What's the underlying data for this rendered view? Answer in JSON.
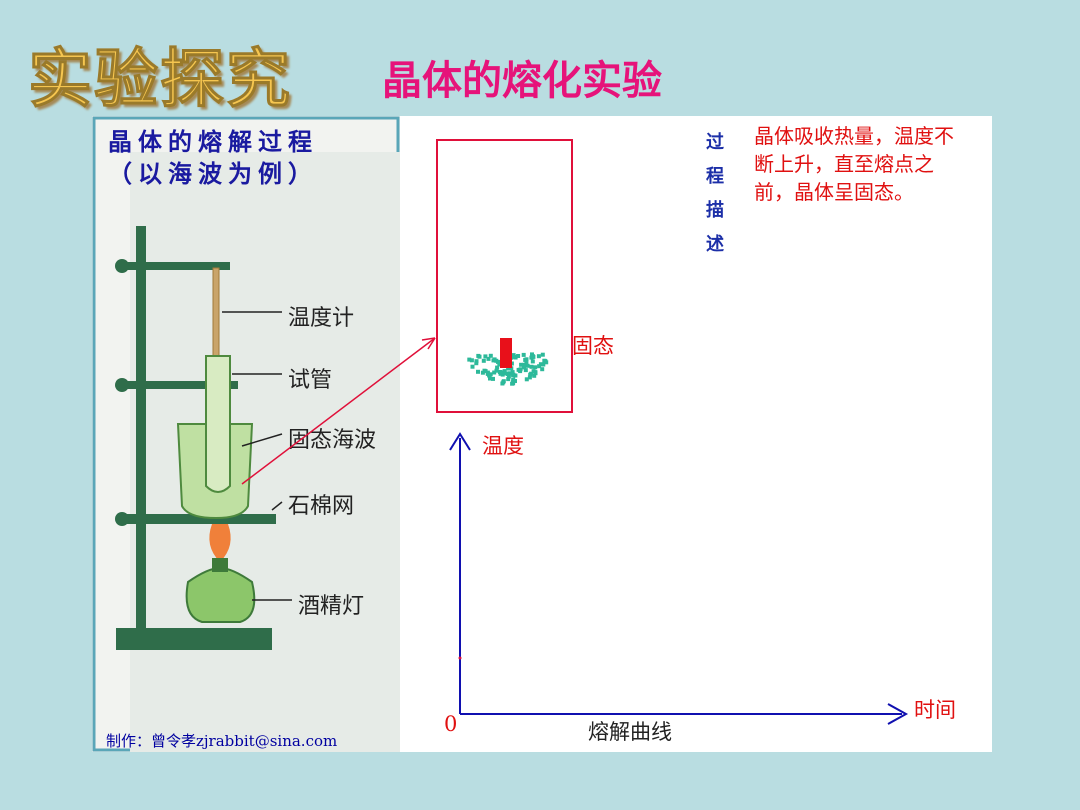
{
  "slide": {
    "title": "实验探究",
    "subtitle": "晶体的熔化实验"
  },
  "left_panel": {
    "heading_line1": "晶体的熔解过程",
    "heading_line2": "（以海波为例）",
    "labels": {
      "thermometer": "温度计",
      "test_tube": "试管",
      "solid_hypo": "固态海波",
      "asbestos_net": "石棉网",
      "alcohol_lamp": "酒精灯"
    },
    "credit": "制作：曾令孝zjrabbit@sina.com"
  },
  "right_panel": {
    "state_label": "固态",
    "process_heading": "过程描述",
    "process_chars": [
      "过",
      "程",
      "描",
      "述"
    ],
    "description": "晶体吸收热量，温度不断上升，直至熔点之前，晶体呈固态。"
  },
  "chart_data": {
    "type": "line",
    "title": "熔解曲线",
    "xlabel": "时间",
    "ylabel": "温度",
    "origin_label": "0",
    "series": []
  },
  "colors": {
    "background": "#b9dde1",
    "title_gold": "#f6c650",
    "subtitle_pink": "#e6137a",
    "axis_blue": "#1010b0",
    "beaker_outline": "#e0103a",
    "particle_green": "#2db99a",
    "text_red": "#e01010"
  }
}
